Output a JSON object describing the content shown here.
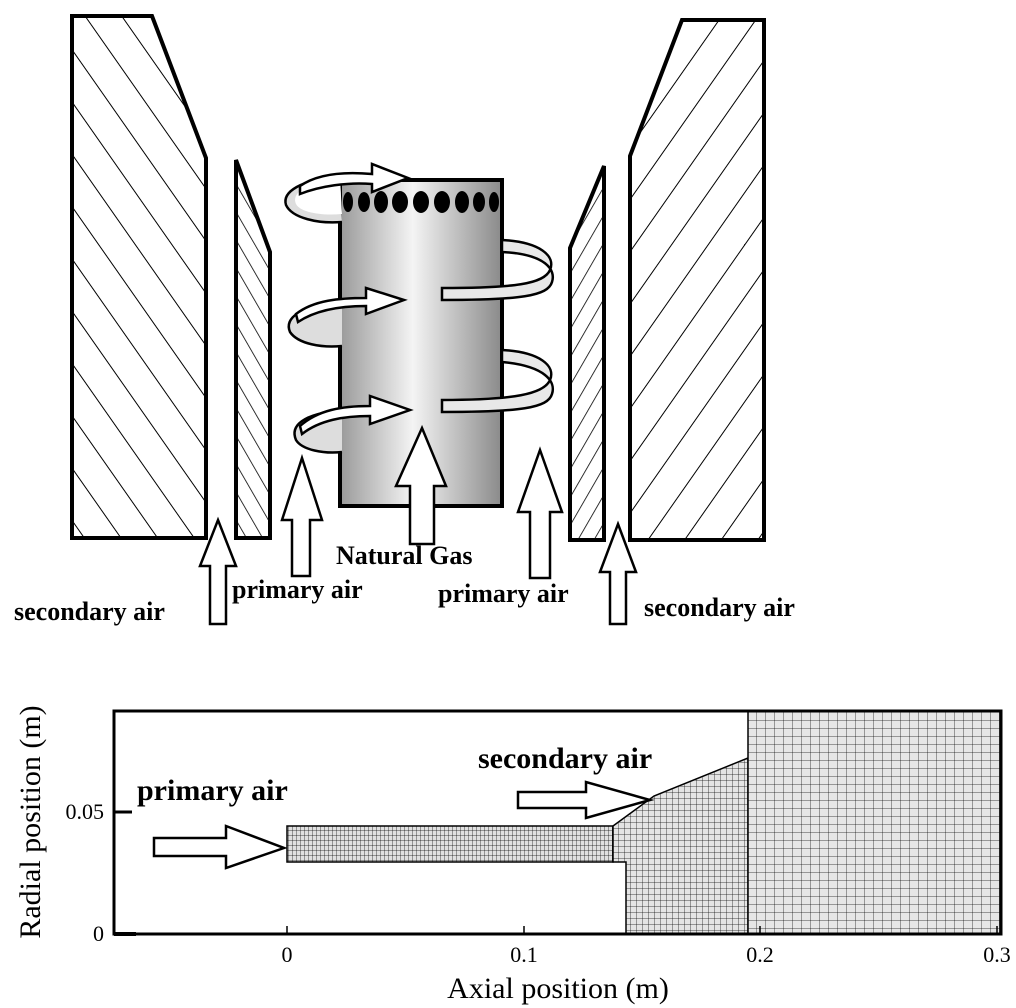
{
  "burner": {
    "fuel_label": "Natural Gas",
    "primary_left": "primary air",
    "primary_right": "primary air",
    "secondary_left": "secondary air",
    "secondary_right": "secondary air"
  },
  "mesh": {
    "primary_label": "primary air",
    "secondary_label": "secondary air",
    "xlabel": "Axial position (m)",
    "ylabel": "Radial position (m)",
    "x_ticks": [
      "0",
      "0.1",
      "0.2",
      "0.3"
    ],
    "y_ticks": [
      "0",
      "0.05"
    ]
  }
}
